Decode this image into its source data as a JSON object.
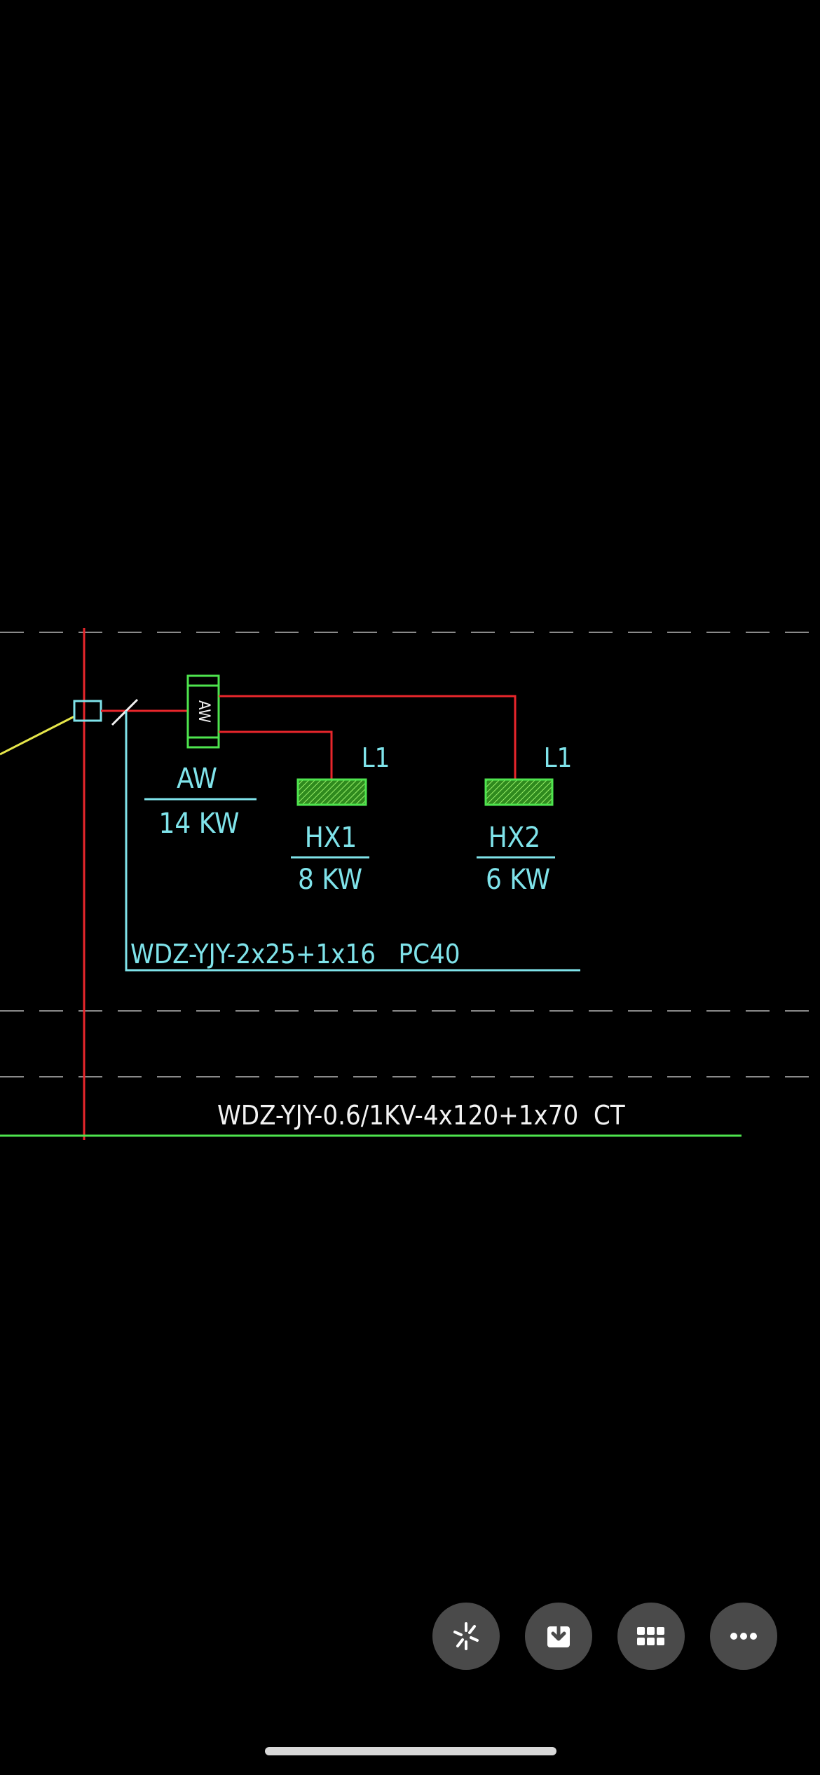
{
  "colors": {
    "background": "#000000",
    "cyan": "#7fe3ea",
    "red": "#e8262b",
    "green": "#4ee44e",
    "yellow": "#e6e64a",
    "white": "#f2f2f2",
    "hatch": "#74d84a",
    "button_bg": "#4a4a4a"
  },
  "drawing": {
    "main_panel": {
      "box_label": "AW",
      "name": "AW",
      "power": "14 KW"
    },
    "loads": [
      {
        "phase": "L1",
        "name": "HX1",
        "power": "8 KW"
      },
      {
        "phase": "L1",
        "name": "HX2",
        "power": "6 KW"
      }
    ],
    "branch_cable": "WDZ-YJY-2x25+1x16   PC40",
    "trunk_cable": "WDZ-YJY-0.6/1KV-4x120+1x70  CT"
  },
  "toolbar": {
    "buttons": [
      {
        "icon": "sparkle-icon",
        "label": "Enhance"
      },
      {
        "icon": "download-icon",
        "label": "Download"
      },
      {
        "icon": "grid-icon",
        "label": "Apps"
      },
      {
        "icon": "more-icon",
        "label": "More"
      }
    ]
  }
}
